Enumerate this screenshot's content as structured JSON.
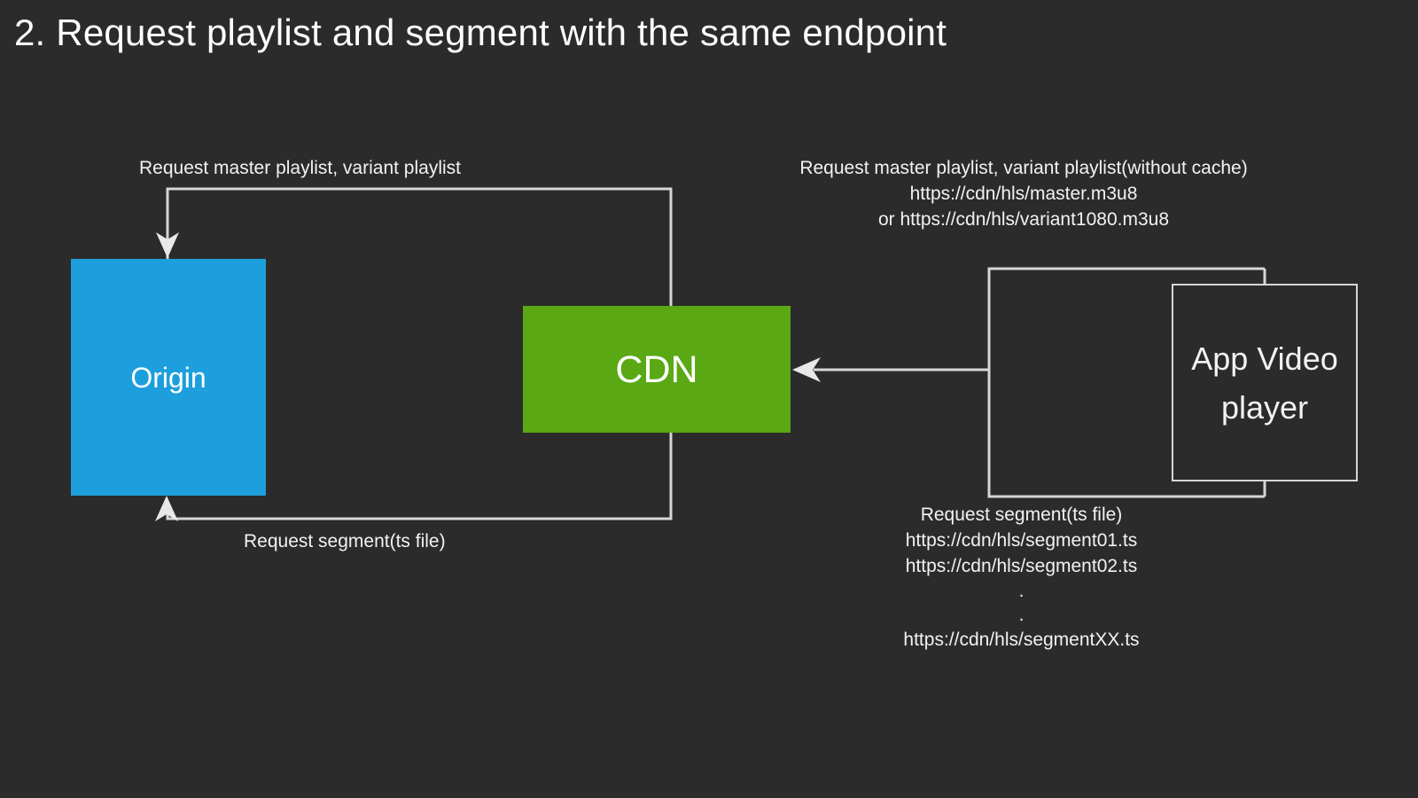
{
  "slide": {
    "title": "2. Request playlist and segment with the same endpoint",
    "background_color": "#2b2b2b",
    "text_color": "#f2f2f2"
  },
  "nodes": {
    "origin": {
      "label": "Origin",
      "fill_color": "#1e9fdd"
    },
    "cdn": {
      "label": "CDN",
      "fill_color": "#5aa813"
    },
    "player": {
      "label_line1": "App",
      "label_line2": "Video",
      "label_line3": "player",
      "border_color": "#d6d6d6"
    }
  },
  "annotations": {
    "left_top": "Request master playlist, variant playlist",
    "left_bottom": "Request segment(ts file)",
    "right_top": {
      "line1": "Request master playlist, variant playlist(without cache)",
      "line2": "https://cdn/hls/master.m3u8",
      "line3": "or https://cdn/hls/variant1080.m3u8"
    },
    "right_bottom": {
      "line1": "Request segment(ts file)",
      "line2": "https://cdn/hls/segment01.ts",
      "line3": "https://cdn/hls/segment02.ts",
      "dot1": ".",
      "dot2": ".",
      "line4": "https://cdn/hls/segmentXX.ts"
    }
  },
  "connectors": {
    "stroke_color": "#d6d6d6",
    "playlist_request_path": "Origin top arrow, routed right to x=757 then down",
    "segment_request_path": "Origin bottom arrow, routed right to x=757",
    "player_to_cdn_path": "Player outline routed left into CDN right edge"
  }
}
